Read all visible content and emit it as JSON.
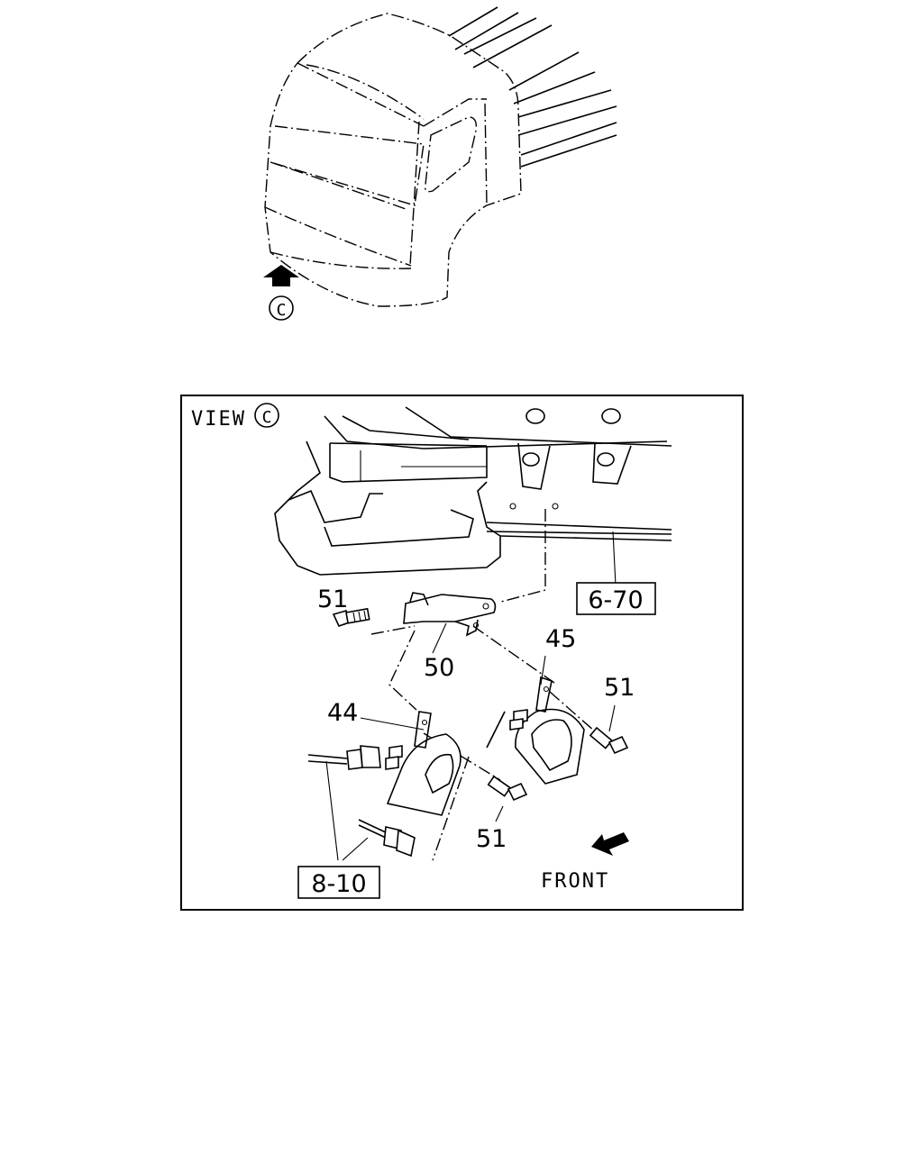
{
  "view_marker": "C",
  "view_label": "VIEW",
  "callouts": {
    "bolt_top_left": "51",
    "bracket": "50",
    "horn_right": "45",
    "bolt_right": "51",
    "horn_left": "44",
    "bolt_bottom": "51"
  },
  "references": {
    "frame_ref": "6-70",
    "harness_ref": "8-10"
  },
  "front_label": "FRONT",
  "icons": {
    "view_arrow": "arrow-up-icon",
    "front_arrow": "arrow-down-left-icon"
  }
}
